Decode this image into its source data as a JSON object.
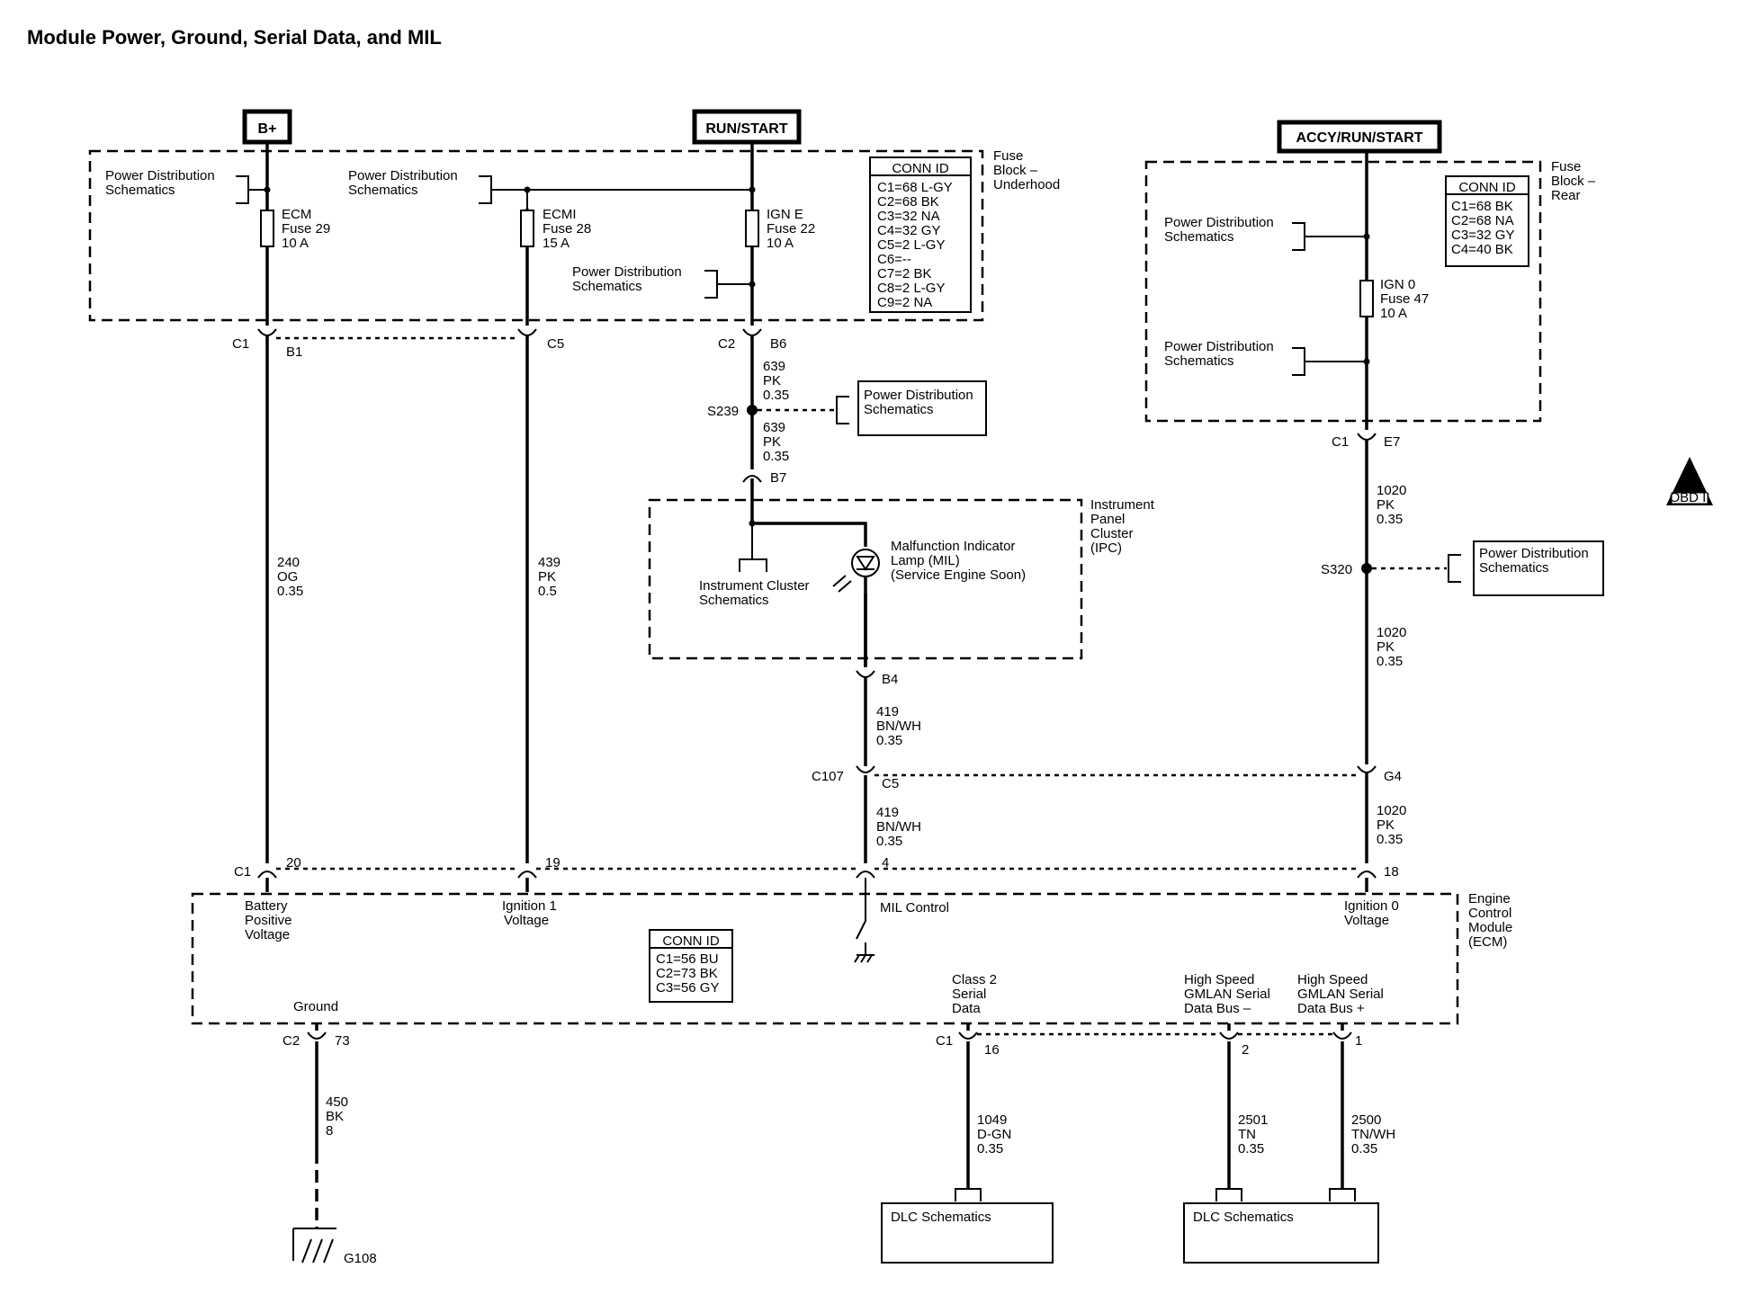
{
  "title": "Module Power, Ground, Serial Data, and MIL",
  "sources": {
    "bplus": "B+",
    "runstart": "RUN/START",
    "accy": "ACCY/RUN/START"
  },
  "pd": "Power Distribution",
  "sch": "Schematics",
  "fuse_underhood": {
    "l1": "Fuse",
    "l2": "Block –",
    "l3": "Underhood"
  },
  "fuse_rear": {
    "l1": "Fuse",
    "l2": "Block –",
    "l3": "Rear"
  },
  "fuses": [
    {
      "n": "ECM",
      "f": "Fuse 29",
      "a": "10 A"
    },
    {
      "n": "ECMI",
      "f": "Fuse 28",
      "a": "15 A"
    },
    {
      "n": "IGN E",
      "f": "Fuse 22",
      "a": "10 A"
    },
    {
      "n": "IGN 0",
      "f": "Fuse 47",
      "a": "10 A"
    }
  ],
  "conn_id": "CONN ID",
  "conn_underhood": [
    "C1=68 L-GY",
    "C2=68 BK",
    "C3=32 NA",
    "C4=32 GY",
    "C5=2 L-GY",
    "C6=--",
    "C7=2 BK",
    "C8=2 L-GY",
    "C9=2 NA"
  ],
  "conn_rear": [
    "C1=68 BK",
    "C2=68 NA",
    "C3=32 GY",
    "C4=40 BK"
  ],
  "conn_ecm": [
    "C1=56 BU",
    "C2=73 BK",
    "C3=56 GY"
  ],
  "pins": {
    "c1": "C1",
    "c2": "C2",
    "c5": "C5",
    "b1": "B1",
    "b6": "B6",
    "b7": "B7",
    "b4": "B4",
    "c107": "C107",
    "g4": "G4",
    "e7": "E7",
    "p20": "20",
    "p19": "19",
    "p4": "4",
    "p18": "18",
    "p73": "73",
    "p16": "16",
    "p2": "2",
    "p1": "1"
  },
  "splices": {
    "s239": "S239",
    "s320": "S320"
  },
  "wires": {
    "w639": [
      "639",
      "PK",
      "0.35"
    ],
    "w240": [
      "240",
      "OG",
      "0.35"
    ],
    "w439": [
      "439",
      "PK",
      "0.5"
    ],
    "w419": [
      "419",
      "BN/WH",
      "0.35"
    ],
    "w1020": [
      "1020",
      "PK",
      "0.35"
    ],
    "w450": [
      "450",
      "BK",
      "8"
    ],
    "w1049": [
      "1049",
      "D-GN",
      "0.35"
    ],
    "w2501": [
      "2501",
      "TN",
      "0.35"
    ],
    "w2500": [
      "2500",
      "TN/WH",
      "0.35"
    ]
  },
  "ipc": {
    "l1": "Instrument",
    "l2": "Panel",
    "l3": "Cluster",
    "l4": "(IPC)"
  },
  "ics": "Instrument Cluster",
  "mil": {
    "l1": "Malfunction Indicator",
    "l2": "Lamp (MIL)",
    "l3": "(Service Engine Soon)"
  },
  "ecm": {
    "l1": "Engine",
    "l2": "Control",
    "l3": "Module",
    "l4": "(ECM)"
  },
  "ecm_pins": {
    "bat": [
      "Battery",
      "Positive",
      "Voltage"
    ],
    "ign1": [
      "Ignition 1",
      "Voltage"
    ],
    "mil": "MIL Control",
    "ign0": [
      "Ignition 0",
      "Voltage"
    ],
    "ground": "Ground",
    "class2": [
      "Class 2",
      "Serial",
      "Data"
    ],
    "hsm": [
      "High Speed",
      "GMLAN Serial",
      "Data Bus –"
    ],
    "hsp": [
      "High Speed",
      "GMLAN Serial",
      "Data Bus +"
    ]
  },
  "dlc": "DLC Schematics",
  "ground_id": "G108",
  "obd": {
    "roman": "II",
    "label": "OBD II"
  }
}
